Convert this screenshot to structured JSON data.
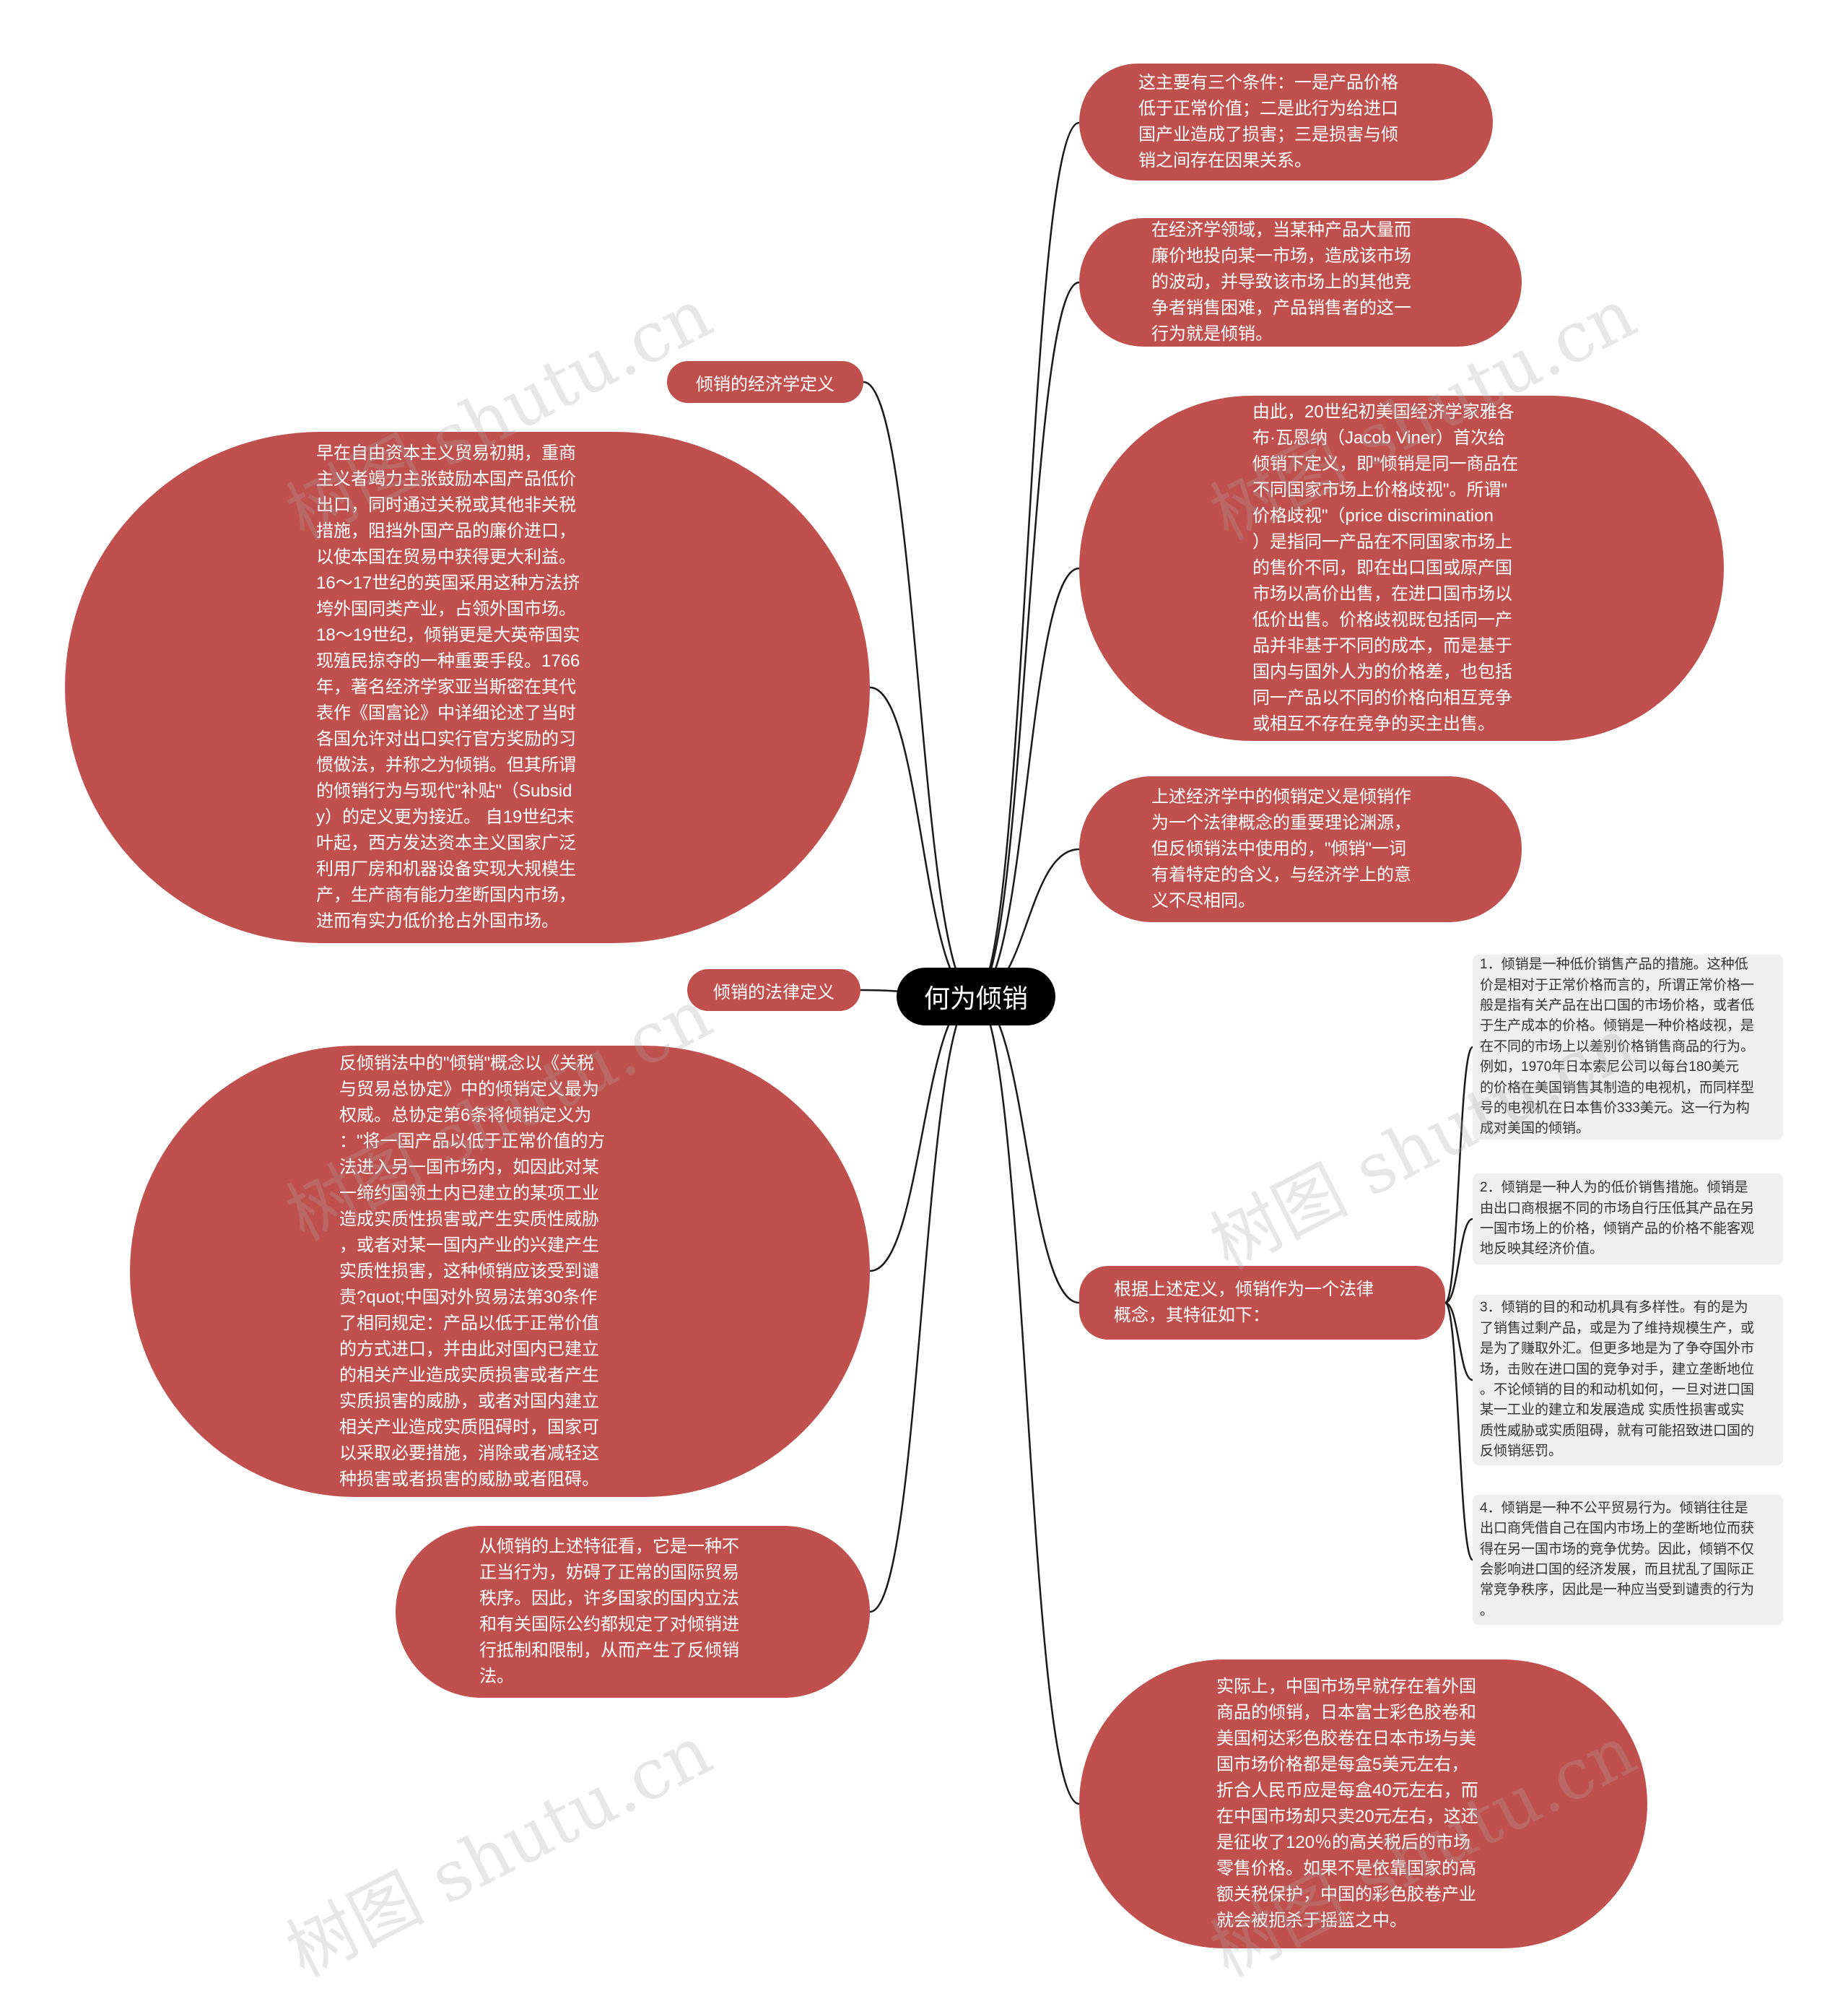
{
  "root": {
    "label": "何为倾销"
  },
  "left": {
    "econ_label": "倾销的经济学定义",
    "history": "早在自由资本主义贸易初期，重商\n主义者竭力主张鼓励本国产品低价\n出口，同时通过关税或其他非关税\n措施，阻挡外国产品的廉价进口，\n以使本国在贸易中获得更大利益。\n16～17世纪的英国采用这种方法挤\n垮外国同类产业，占领外国市场。\n18～19世纪，倾销更是大英帝国实\n现殖民掠夺的一种重要手段。1766\n年，著名经济学家亚当斯密在其代\n表作《国富论》中详细论述了当时\n各国允许对出口实行官方奖励的习\n惯做法，并称之为倾销。但其所谓\n的倾销行为与现代\"补贴\"（Subsid\ny）的定义更为接近。 自19世纪末\n叶起，西方发达资本主义国家广泛\n利用厂房和机器设备实现大规模生\n产，生产商有能力垄断国内市场，\n进而有实力低价抢占外国市场。",
    "legal_label": "倾销的法律定义",
    "gatt": "反倾销法中的\"倾销\"概念以《关税\n与贸易总协定》中的倾销定义最为\n权威。总协定第6条将倾销定义为\n：\"将一国产品以低于正常价值的方\n法进入另一国市场内，如因此对某\n一缔约国领土内已建立的某项工业\n造成实质性损害或产生实质性威胁\n，或者对某一国内产业的兴建产生\n实质性损害，这种倾销应该受到谴\n责?quot;中国对外贸易法第30条作\n了相同规定：产品以低于正常价值\n的方式进口，并由此对国内已建立\n的相关产业造成实质损害或者产生\n实质损害的威胁，或者对国内建立\n相关产业造成实质阻碍时，国家可\n以采取必要措施，消除或者减轻这\n种损害或者损害的威胁或者阻碍。",
    "anti": "从倾销的上述特征看，它是一种不\n正当行为，妨碍了正常的国际贸易\n秩序。因此，许多国家的国内立法\n和有关国际公约都规定了对倾销进\n行抵制和限制，从而产生了反倾销\n法。"
  },
  "right": {
    "conditions": "这主要有三个条件：一是产品价格\n低于正常价值；二是此行为给进口\n国产业造成了损害；三是损害与倾\n销之间存在因果关系。",
    "econ_field": "在经济学领域，当某种产品大量而\n廉价地投向某一市场，造成该市场\n的波动，并导致该市场上的其他竞\n争者销售困难，产品销售者的这一\n行为就是倾销。",
    "viner": "由此，20世纪初美国经济学家雅各\n布·瓦恩纳（Jacob Viner）首次给\n倾销下定义，即\"倾销是同一商品在\n不同国家市场上价格歧视\"。所谓\"\n价格歧视\"（price discrimination\n）是指同一产品在不同国家市场上\n的售价不同，即在出口国或原产国\n市场以高价出售，在进口国市场以\n低价出售。价格歧视既包括同一产\n品并非基于不同的成本，而是基于\n国内与国外人为的价格差，也包括\n同一产品以不同的价格向相互竞争\n或相互不存在竞争的买主出售。",
    "origin": "上述经济学中的倾销定义是倾销作\n为一个法律概念的重要理论渊源，\n但反倾销法中使用的，\"倾销\"一词\n有着特定的含义，与经济学上的意\n义不尽相同。",
    "features_label": "根据上述定义，倾销作为一个法律\n概念，其特征如下：",
    "features": [
      "1．倾销是一种低价销售产品的措施。这种低\n价是相对于正常价格而言的，所谓正常价格一\n般是指有关产品在出口国的市场价格，或者低\n于生产成本的价格。倾销是一种价格歧视，是\n在不同的市场上以差别价格销售商品的行为。\n例如，1970年日本索尼公司以每台180美元\n的价格在美国销售其制造的电视机，而同样型\n号的电视机在日本售价333美元。这一行为构\n成对美国的倾销。",
      "2．倾销是一种人为的低价销售措施。倾销是\n由出口商根据不同的市场自行压低其产品在另\n一国市场上的价格，倾销产品的价格不能客观\n地反映其经济价值。",
      "3．倾销的目的和动机具有多样性。有的是为\n了销售过剩产品，或是为了维持规模生产，或\n是为了赚取外汇。但更多地是为了争夺国外市\n场，击败在进口国的竞争对手，建立垄断地位\n。不论倾销的目的和动机如何，一旦对进口国\n某一工业的建立和发展造成 实质性损害或实\n质性威胁或实质阻碍，就有可能招致进口国的\n反倾销惩罚。",
      "4．倾销是一种不公平贸易行为。倾销往往是\n出口商凭借自己在国内市场上的垄断地位而获\n得在另一国市场的竞争优势。因此，倾销不仅\n会影响进口国的经济发展，而且扰乱了国际正\n常竞争秩序，因此是一种应当受到谴责的行为\n。"
    ],
    "china": "实际上，中国市场早就存在着外国\n商品的倾销，日本富士彩色胶卷和\n美国柯达彩色胶卷在日本市场与美\n国市场价格都是每盒5美元左右，\n折合人民币应是每盒40元左右，而\n在中国市场却只卖20元左右，这还\n是征收了120％的高关税后的市场\n零售价格。如果不是依靠国家的高\n额关税保护，中国的彩色胶卷产业\n就会被扼杀于摇篮之中。"
  },
  "watermark": "树图 shutu.cn",
  "colors": {
    "node": "#c0504d",
    "root": "#000000",
    "card": "#efefef",
    "line": "#1a1a1a"
  }
}
